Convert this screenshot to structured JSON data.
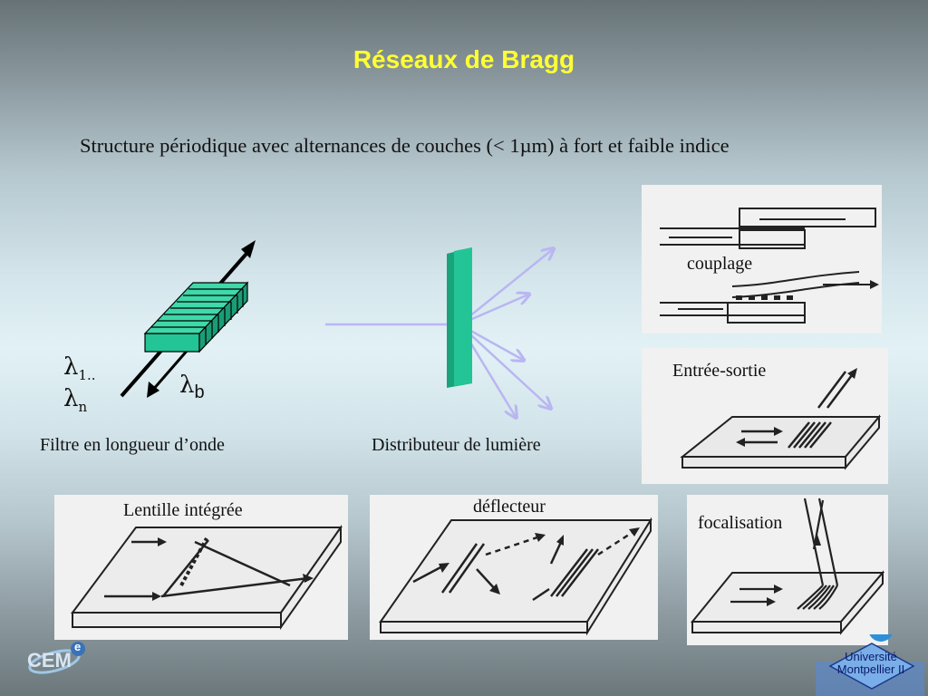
{
  "slide": {
    "title": "Réseaux de Bragg",
    "body": "Structure périodique avec alternances de couches (< 1µm) à fort et faible indice"
  },
  "filter_figure": {
    "lambda_range_1": "1..",
    "lambda_range_2": "n",
    "lambda_b_sub": "b",
    "lambda_symbol": "λ",
    "caption": "Filtre en longueur d’onde"
  },
  "distributor_figure": {
    "caption": "Distributeur de lumière"
  },
  "panels": {
    "couplage": "couplage",
    "entree_sortie": "Entrée-sortie",
    "lentille": "Lentille intégrée",
    "deflecteur": "déflecteur",
    "focalisation": "focalisation"
  },
  "logos": {
    "cem": "CEM",
    "cem_superscript": "e",
    "university_line1": "Université",
    "university_line2": "Montpellier II"
  },
  "colors": {
    "title": "#ffff33",
    "grating_green": "#1fb38a",
    "light_rays": "#b9b6f2"
  }
}
